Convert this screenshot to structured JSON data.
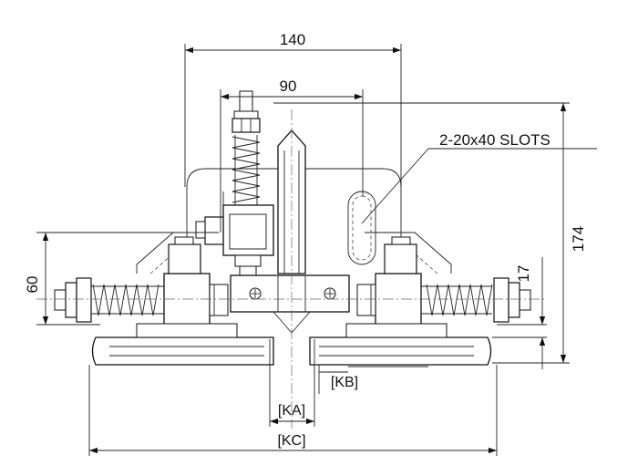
{
  "dimensions": {
    "d140": "140",
    "d90": "90",
    "d174": "174",
    "d60": "60",
    "d17": "17"
  },
  "callout": {
    "slots": "2-20x40 SLOTS"
  },
  "variables": {
    "ka": "[KA]",
    "kb": "[KB]",
    "kc": "[KC]"
  }
}
